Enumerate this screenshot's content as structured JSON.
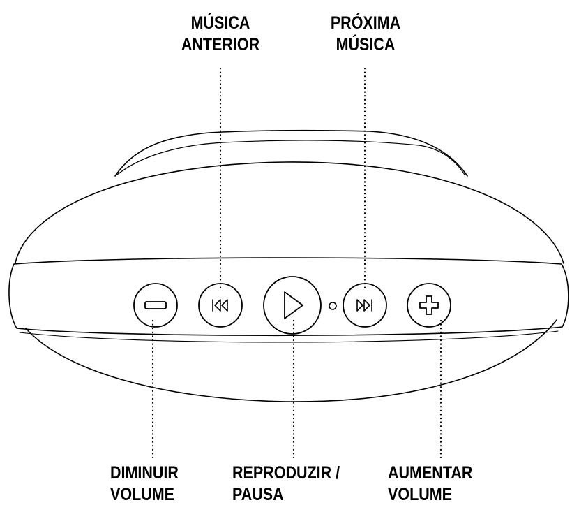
{
  "labels": {
    "previous_track": [
      "MÚSICA",
      "ANTERIOR"
    ],
    "next_track": [
      "PRÓXIMA",
      "MÚSICA"
    ],
    "volume_down": [
      "DIMINUIR",
      "VOLUME"
    ],
    "play_pause": [
      "REPRODUZIR /",
      "PAUSA"
    ],
    "volume_up": [
      "AUMENTAR",
      "VOLUME"
    ]
  },
  "buttons": [
    {
      "id": "volume-down",
      "icon": "minus-icon"
    },
    {
      "id": "previous-track",
      "icon": "skip-back-icon"
    },
    {
      "id": "play-pause",
      "icon": "play-icon"
    },
    {
      "id": "status-light",
      "icon": "led-indicator-icon"
    },
    {
      "id": "next-track",
      "icon": "skip-forward-icon"
    },
    {
      "id": "volume-up",
      "icon": "plus-icon"
    }
  ],
  "colors": {
    "line": "#000000",
    "background": "#ffffff"
  }
}
